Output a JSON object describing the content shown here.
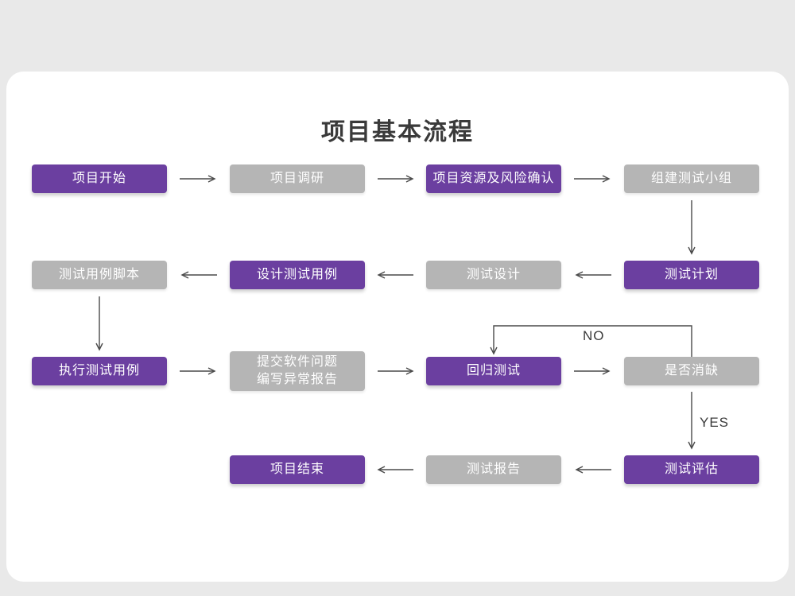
{
  "title": "项目基本流程",
  "colors": {
    "purple": "#6b3fa0",
    "gray": "#b5b5b5",
    "arrow": "#4a4a4a",
    "card_bg": "#ffffff",
    "page_bg": "#e9e9e9"
  },
  "flow_labels": {
    "no": "NO",
    "yes": "YES"
  },
  "nodes": {
    "project_start": {
      "label": "项目开始",
      "color": "purple"
    },
    "project_research": {
      "label": "项目调研",
      "color": "gray"
    },
    "resource_risk": {
      "label": "项目资源及风险确认",
      "color": "purple"
    },
    "build_test_team": {
      "label": "组建测试小组",
      "color": "gray"
    },
    "test_plan": {
      "label": "测试计划",
      "color": "purple"
    },
    "test_design": {
      "label": "测试设计",
      "color": "gray"
    },
    "design_test_cases": {
      "label": "设计测试用例",
      "color": "purple"
    },
    "test_case_script": {
      "label": "测试用例脚本",
      "color": "gray"
    },
    "execute_test_cases": {
      "label": "执行测试用例",
      "color": "purple"
    },
    "submit_issues": {
      "line1": "提交软件问题",
      "line2": "编写异常报告",
      "color": "gray"
    },
    "regression_test": {
      "label": "回归测试",
      "color": "purple"
    },
    "defect_cleared": {
      "label": "是否消缺",
      "color": "gray"
    },
    "test_evaluation": {
      "label": "测试评估",
      "color": "purple"
    },
    "test_report": {
      "label": "测试报告",
      "color": "gray"
    },
    "project_end": {
      "label": "项目结束",
      "color": "purple"
    }
  }
}
